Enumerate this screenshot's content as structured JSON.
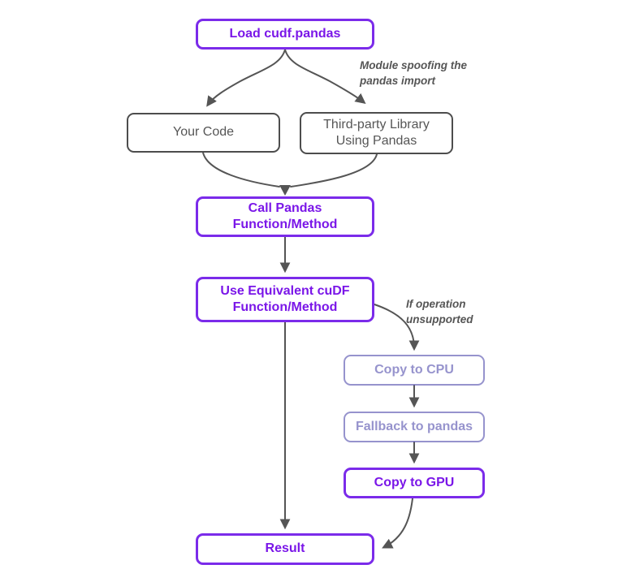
{
  "diagram": {
    "title_hint": "cudf.pandas execution flow",
    "colors": {
      "background": "#ffffff",
      "accent_purple_border": "#7b2bea",
      "accent_purple_text": "#7a16e8",
      "faded_indigo": "#3731a0",
      "gray_border": "#4d4d4d",
      "gray_text": "#565656",
      "arrow_gray": "#555555"
    },
    "nodes": {
      "load": {
        "line1": "Load cudf.pandas",
        "line2": ""
      },
      "your_code": {
        "line1": "Your Code",
        "line2": ""
      },
      "third_party": {
        "line1": "Third-party Library",
        "line2": "Using Pandas"
      },
      "call_pandas": {
        "line1": "Call Pandas",
        "line2": "Function/Method"
      },
      "use_cudf": {
        "line1": "Use Equivalent cuDF",
        "line2": "Function/Method"
      },
      "copy_cpu": {
        "line1": "Copy to CPU",
        "line2": ""
      },
      "fallback": {
        "line1": "Fallback to pandas",
        "line2": ""
      },
      "copy_gpu": {
        "line1": "Copy to GPU",
        "line2": ""
      },
      "result": {
        "line1": "Result",
        "line2": ""
      }
    },
    "annotations": {
      "module_spoofing": {
        "line1": "Module spoofing the",
        "line2": "pandas import"
      },
      "if_unsupported": {
        "line1": "If operation",
        "line2": "unsupported"
      }
    }
  }
}
